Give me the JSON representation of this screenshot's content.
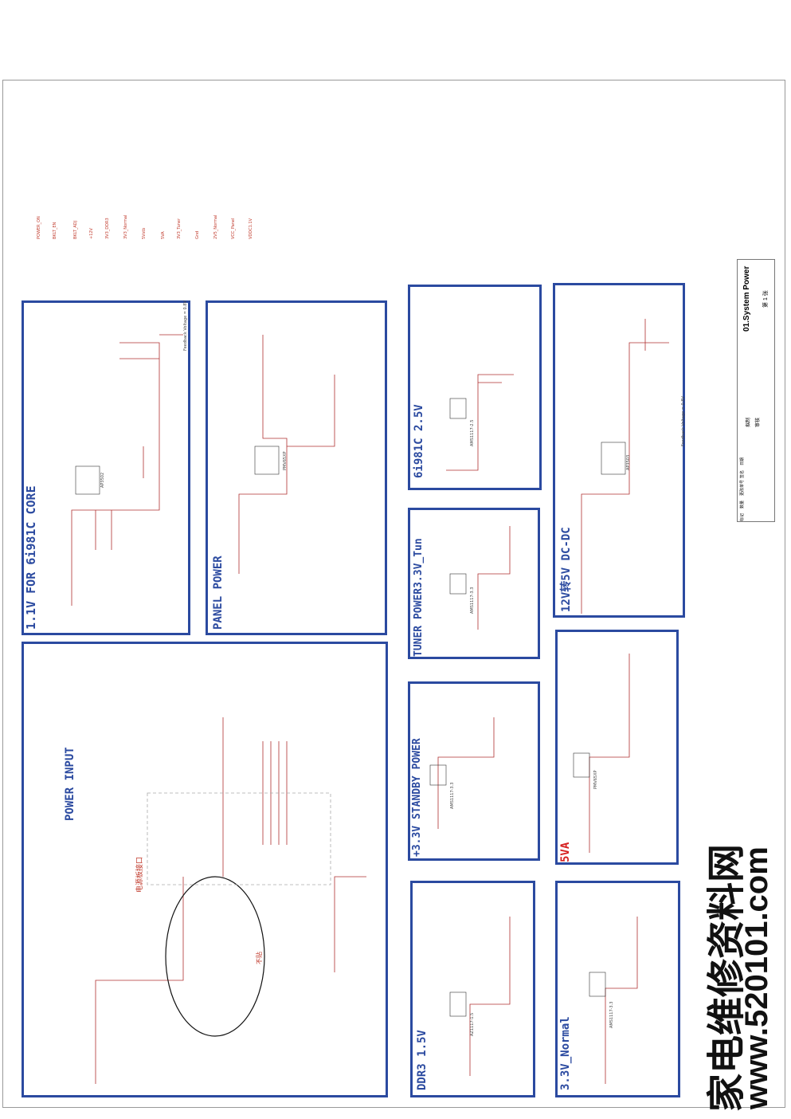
{
  "sheet": {
    "title": "01.System Power",
    "page": "第 1 张",
    "labels": [
      "标记",
      "数量",
      "更改单号",
      "签名",
      "日期"
    ],
    "drawn": "拟制",
    "checked": "审核"
  },
  "sections": {
    "core": "1.1V FOR 6i981C CORE",
    "panel": "PANEL POWER",
    "power_input": "POWER INPUT",
    "v25": "6i981C 2.5V",
    "dcdc": "12V转5V DC-DC",
    "tuner": "TUNER POWER3.3V_Tun",
    "standby": "+3.3V STANDBY POWER",
    "va5": "5VA",
    "ddr3": "DDR3 1.5V",
    "normal": "3.3V_Normal"
  },
  "notes": {
    "interface": "电源板接口",
    "no_mount": "不贴",
    "feedback1": "Feedback Voltage = 0.8V",
    "feedback2": "Feedback Voltage = 0.8V"
  },
  "parts": {
    "core_ic": "AP3502",
    "dcdc_ic": "AP3503",
    "v25_ic": "AMS1117-2.5",
    "tuner_ic": "AMS1117-3.3",
    "standby_ic": "AMS1117-3.3",
    "ddr_ic": "AZ1117-1.5",
    "normal_ic": "AMS1117-3.3",
    "va5_ic": "PMV65XP",
    "panel_ic": "PMV65XP"
  },
  "nets": [
    "POWER_ON",
    "BKLT_EN",
    "BKLT_ADJ",
    "+12V",
    "3V3_DDR3",
    "3V3_Normal",
    "5Vstb",
    "5VA",
    "3V3_Tuner",
    "Gnd",
    "2V5_Normal",
    "VCC_Panel",
    "VDDC1.1V"
  ],
  "watermark": {
    "chinese": "家电维修资料网",
    "url": "www.520101.com"
  },
  "colors": {
    "border": "#2b4aa0",
    "wire": "#b03030",
    "accent": "#d62020"
  }
}
